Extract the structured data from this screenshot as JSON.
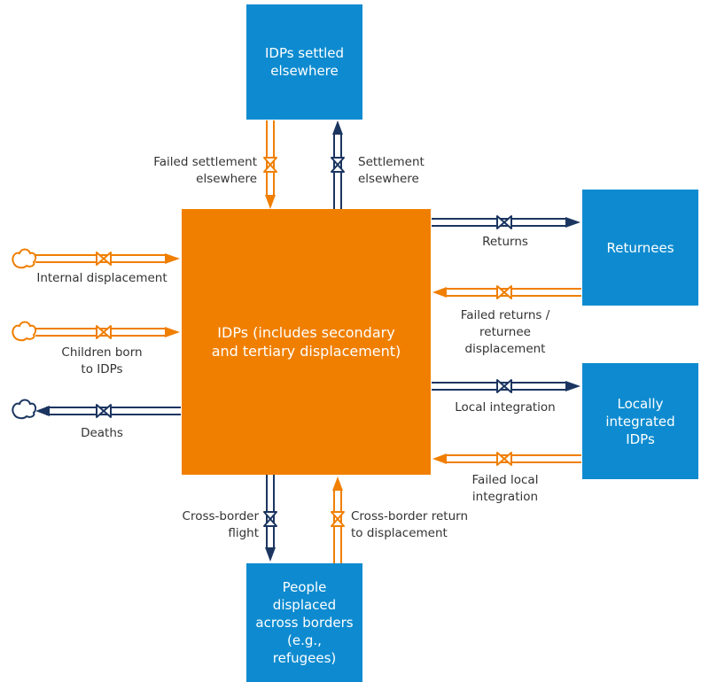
{
  "colors": {
    "stock": "#0e8bd0",
    "center": "#f07f00",
    "dark_flow": "#1b3560",
    "orange_flow": "#f07f00"
  },
  "stocks": {
    "center": "IDPs (includes secondary\nand tertiary displacement)",
    "settled": "IDPs settled\nelsewhere",
    "returnees": "Returnees",
    "integrated": "Locally\nintegrated\nIDPs",
    "cross_border": "People displaced\nacross borders\n(e.g., refugees)"
  },
  "flows": {
    "failed_settlement": "Failed settlement\nelsewhere",
    "settlement": "Settlement\nelsewhere",
    "returns": "Returns",
    "failed_returns": "Failed returns /\nreturnee\ndisplacement",
    "local_integration": "Local integration",
    "failed_local": "Failed local\nintegration",
    "cross_border_flight": "Cross-border\nflight",
    "cross_border_return": "Cross-border return\nto displacement",
    "internal_displacement": "Internal displacement",
    "children_born": "Children born\nto IDPs",
    "deaths": "Deaths"
  },
  "icons": [
    "cloud-icon",
    "valve-icon",
    "arrowhead-icon"
  ]
}
